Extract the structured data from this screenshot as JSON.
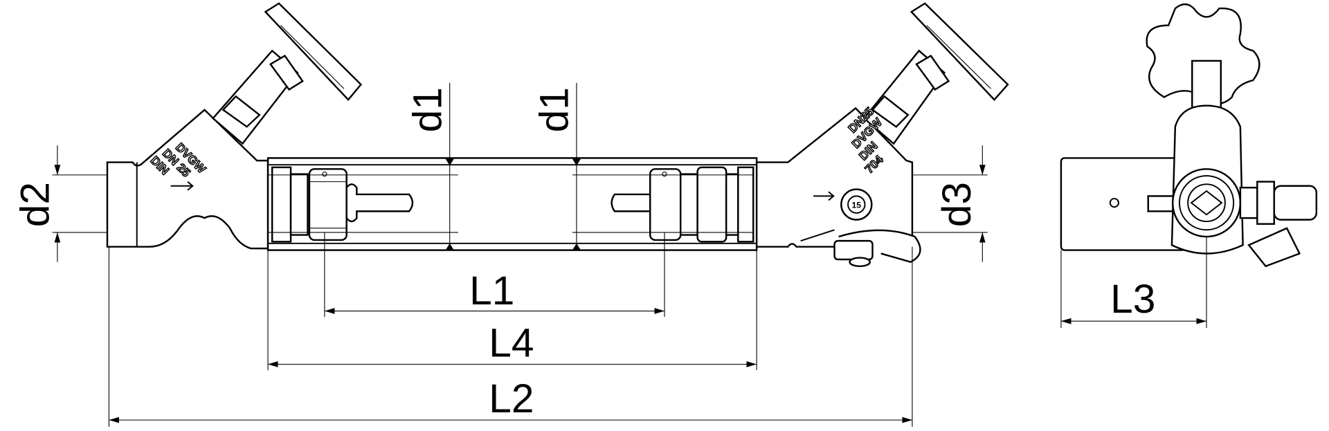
{
  "drawing": {
    "dimensions": {
      "d1_left": "d1",
      "d1_right": "d1",
      "d2": "d2",
      "d3": "d3",
      "L1": "L1",
      "L2": "L2",
      "L3": "L3",
      "L4": "L4"
    },
    "left_valve_marking": [
      "DVGW",
      "DN 25",
      "DIN"
    ],
    "right_valve_marking": [
      "DN25",
      "DVGW",
      "DIN",
      "704"
    ],
    "right_valve_cap_marking": "15",
    "colors": {
      "line": "#000000",
      "background": "#ffffff"
    }
  }
}
